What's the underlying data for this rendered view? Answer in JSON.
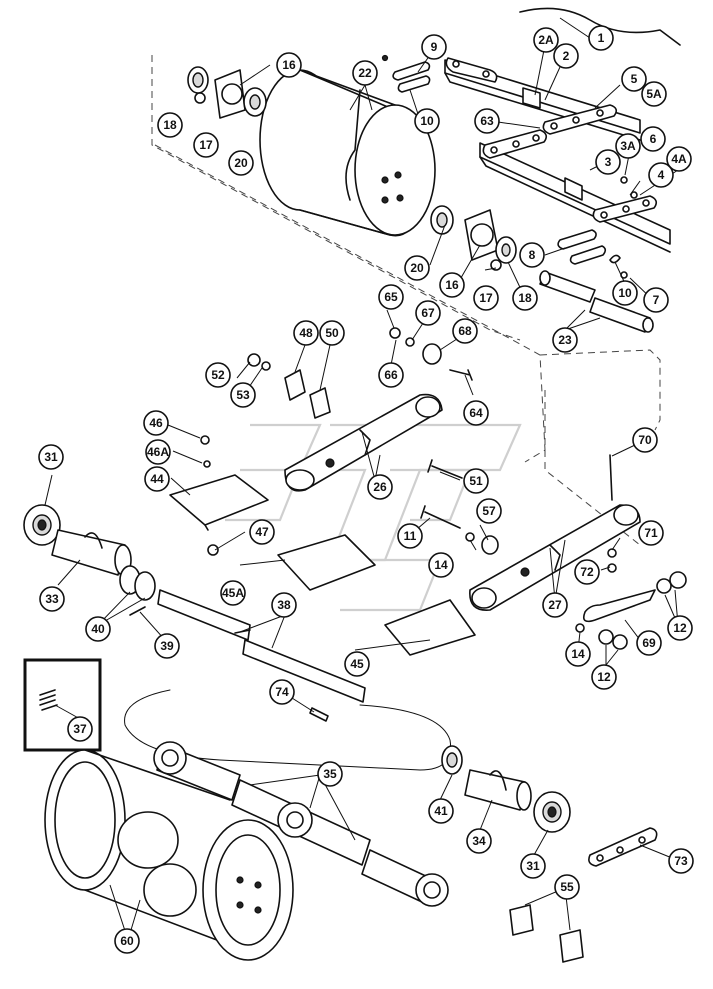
{
  "callouts": {
    "c1": "1",
    "c2": "2",
    "c2a": "2A",
    "c3": "3",
    "c3a": "3A",
    "c4": "4",
    "c4a": "4A",
    "c5": "5",
    "c5a": "5A",
    "c6": "6",
    "c7": "7",
    "c8": "8",
    "c9": "9",
    "c10a": "10",
    "c10b": "10",
    "c11": "11",
    "c12a": "12",
    "c12b": "12",
    "c14a": "14",
    "c14b": "14",
    "c16a": "16",
    "c16b": "16",
    "c17a": "17",
    "c17b": "17",
    "c18a": "18",
    "c18b": "18",
    "c20a": "20",
    "c20b": "20",
    "c22": "22",
    "c23": "23",
    "c26": "26",
    "c27": "27",
    "c31a": "31",
    "c31b": "31",
    "c33": "33",
    "c34": "34",
    "c35": "35",
    "c37": "37",
    "c38": "38",
    "c39": "39",
    "c40": "40",
    "c41": "41",
    "c44": "44",
    "c45": "45",
    "c45a": "45A",
    "c46": "46",
    "c46a": "46A",
    "c47": "47",
    "c48": "48",
    "c50": "50",
    "c51": "51",
    "c52": "52",
    "c53": "53",
    "c55": "55",
    "c57": "57",
    "c60": "60",
    "c63": "63",
    "c64": "64",
    "c65": "65",
    "c66": "66",
    "c67": "67",
    "c68": "68",
    "c69": "69",
    "c70": "70",
    "c71": "71",
    "c72": "72",
    "c73": "73",
    "c74": "74"
  }
}
